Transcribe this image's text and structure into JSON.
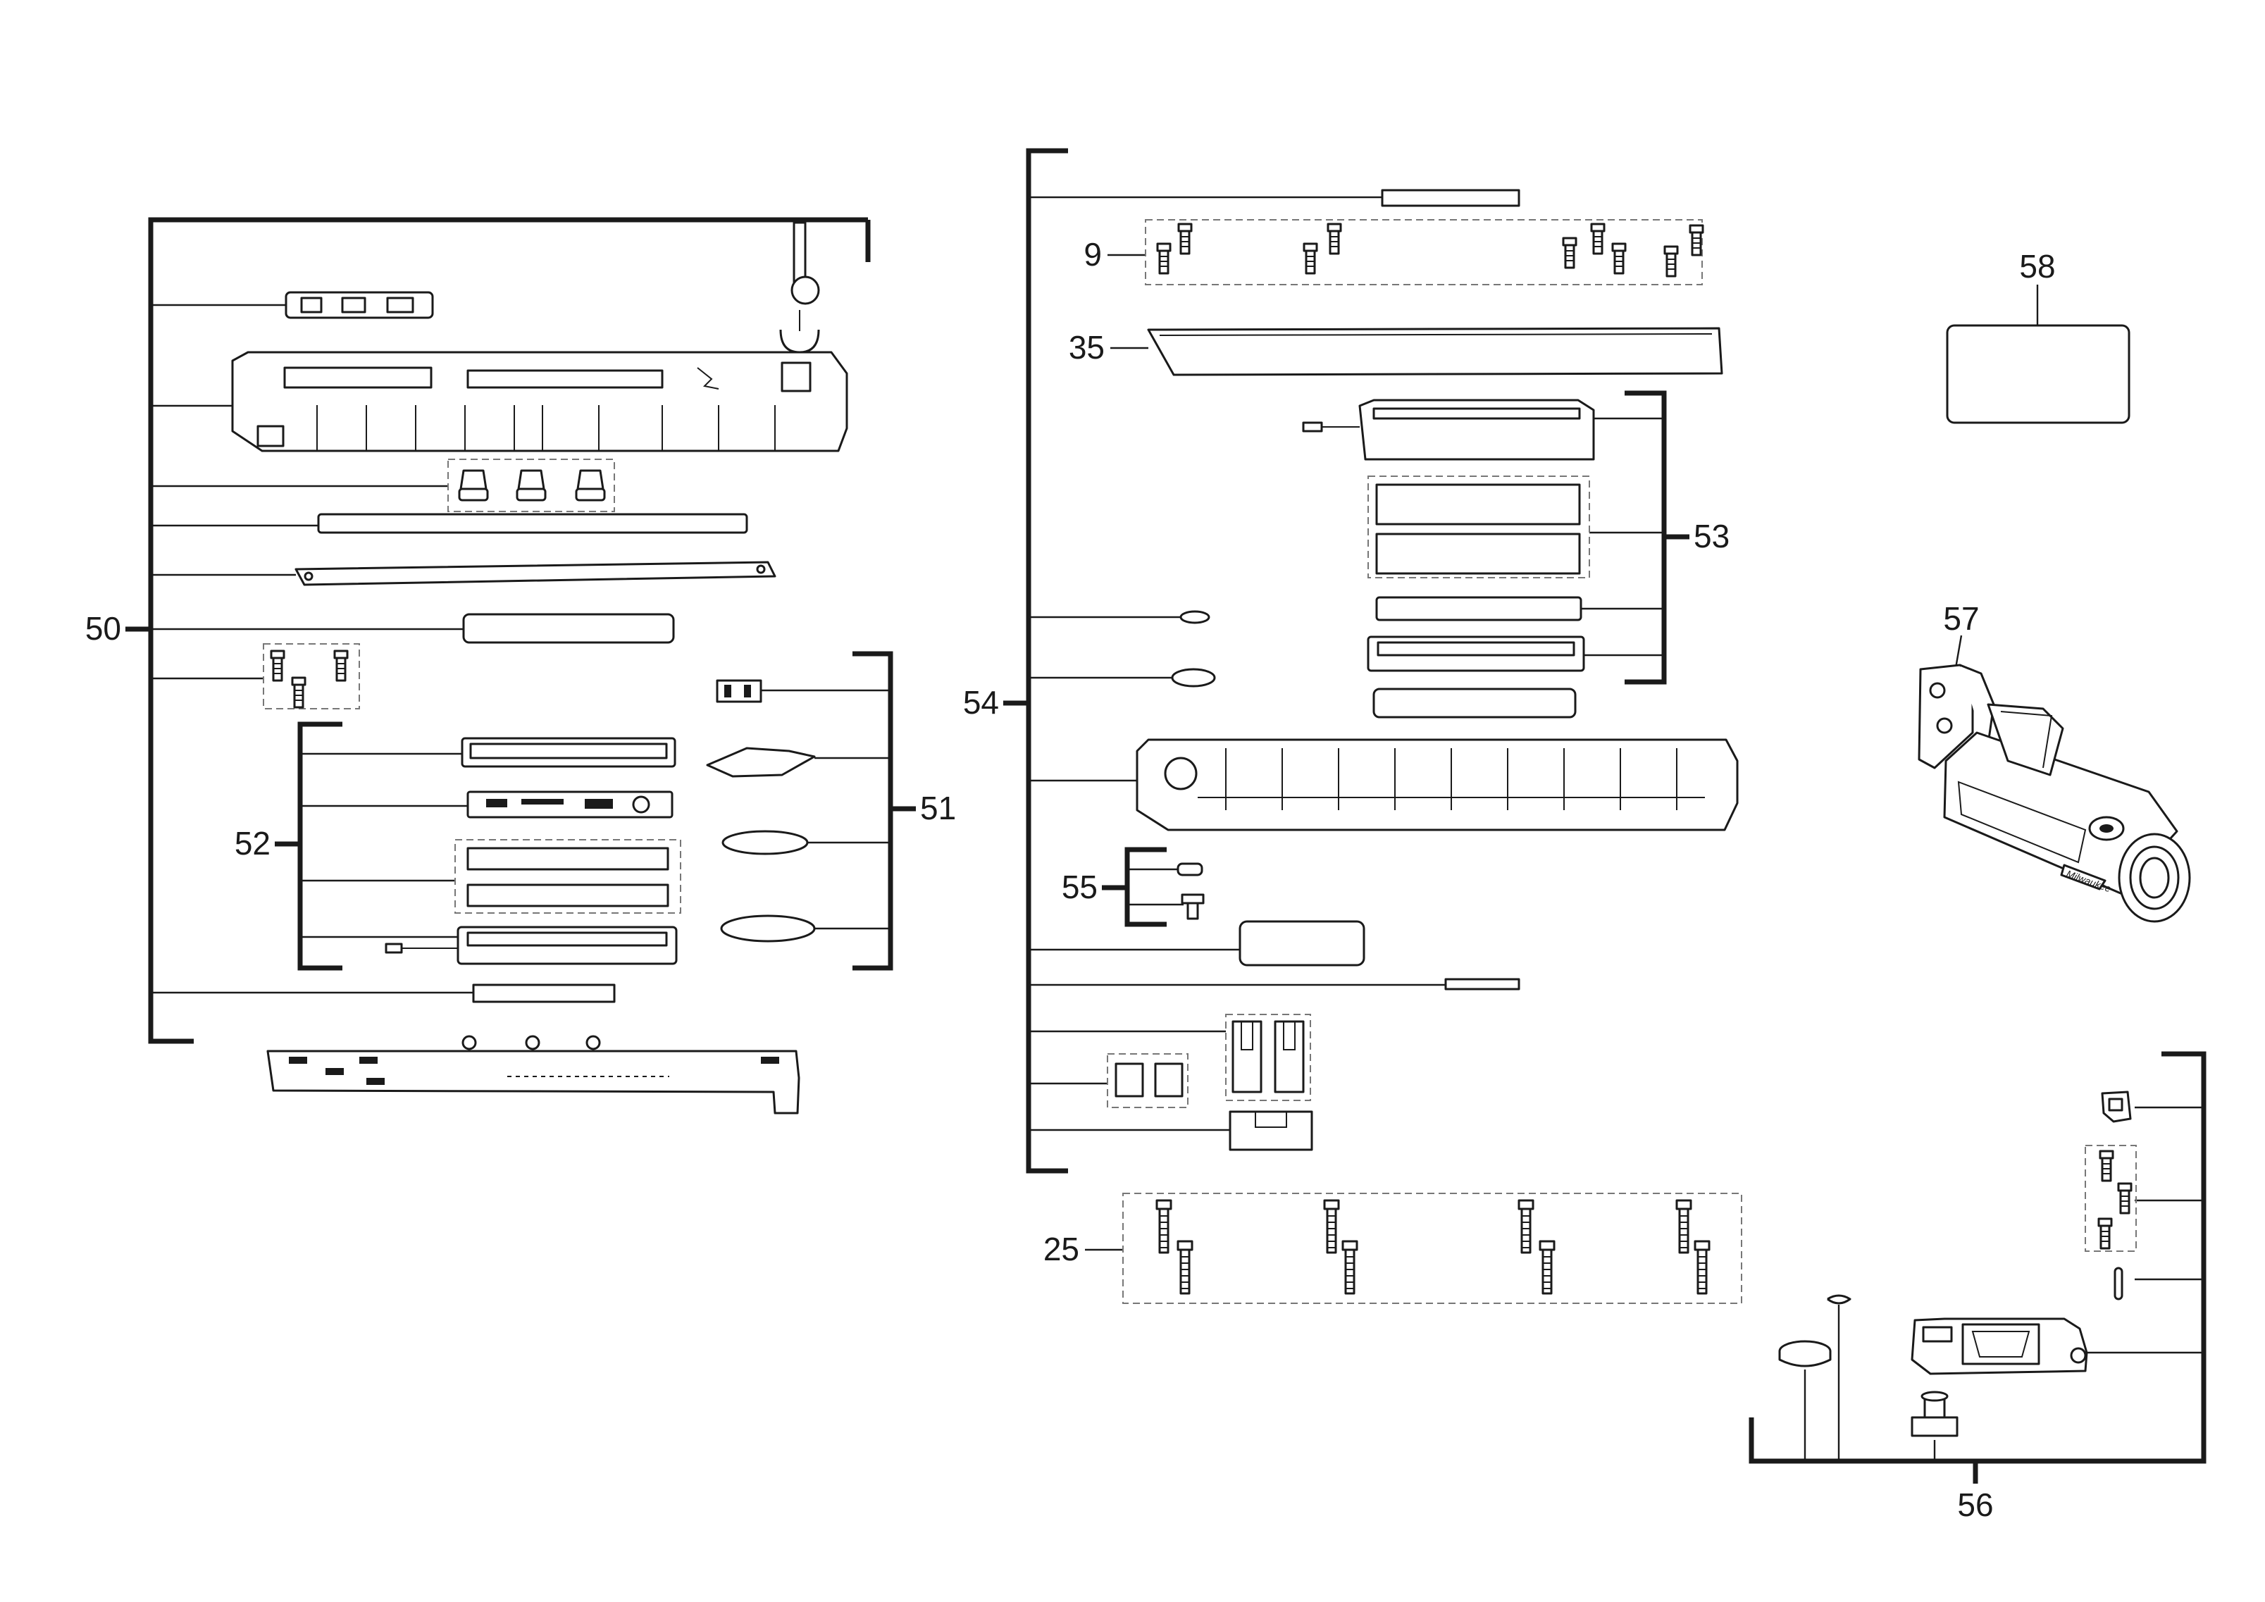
{
  "diagram": {
    "callouts": {
      "c9": "9",
      "c25": "25",
      "c35": "35",
      "c50": "50",
      "c51": "51",
      "c52": "52",
      "c53": "53",
      "c54": "54",
      "c55": "55",
      "c56": "56",
      "c57": "57",
      "c58": "58"
    },
    "brand_text": "Milwaukee"
  }
}
